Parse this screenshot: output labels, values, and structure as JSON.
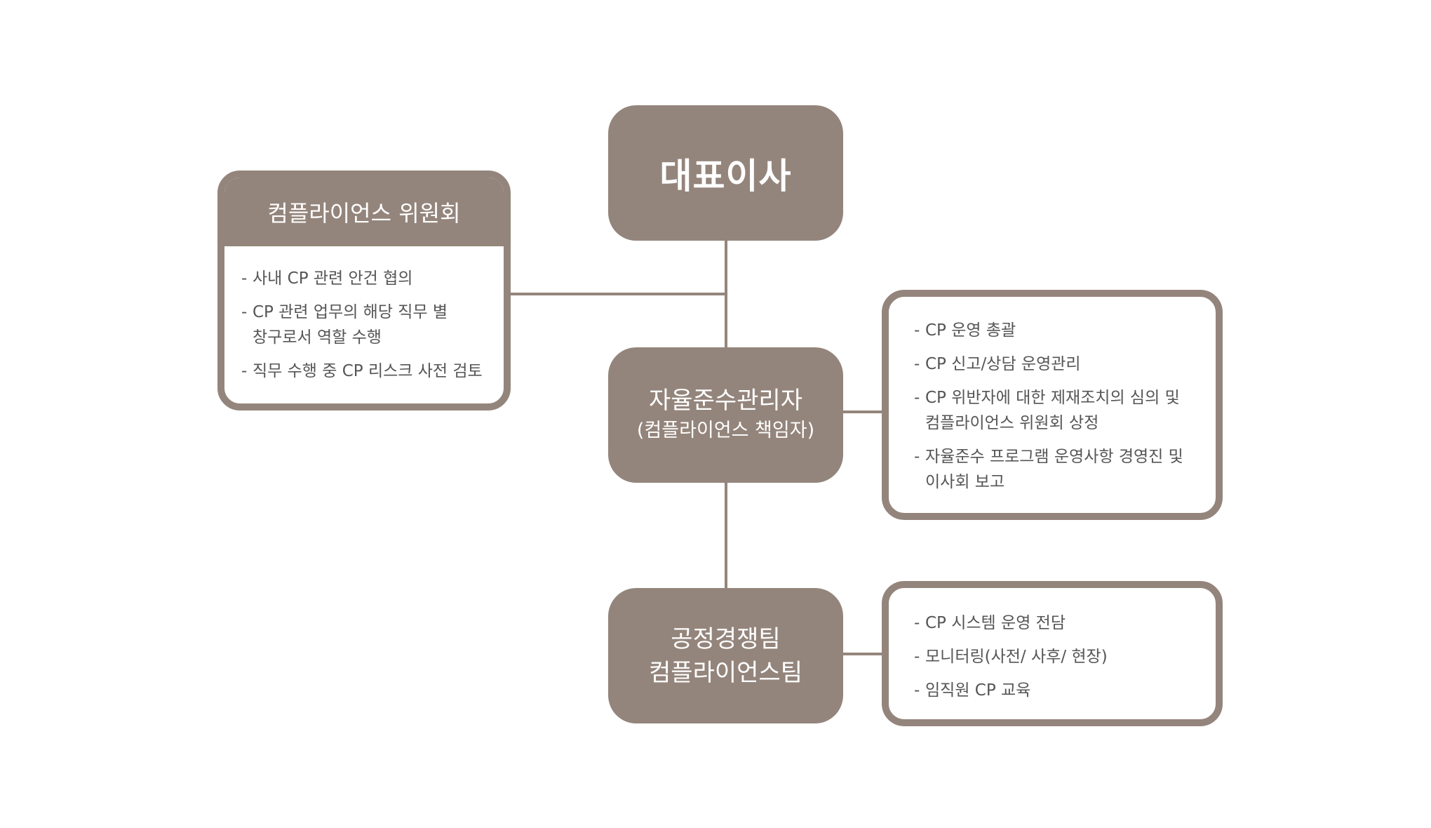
{
  "colors": {
    "node_fill": "#94857c",
    "connector": "#94857c",
    "panel_border": "#94857c",
    "node_text": "#ffffff",
    "duty_text": "#555555",
    "background": "#ffffff"
  },
  "ceo": {
    "label": "대표이사"
  },
  "committee": {
    "title": "컴플라이언스 위원회",
    "items": [
      [
        "사내 CP 관련 안건 협의"
      ],
      [
        "CP 관련 업무의 해당 직무 별",
        "창구로서 역할 수행"
      ],
      [
        "직무 수행 중 CP 리스크 사전 검토"
      ]
    ]
  },
  "officer": {
    "label": "자율준수관리자",
    "sublabel": "(컴플라이언스 책임자)",
    "items": [
      [
        "CP 운영 총괄"
      ],
      [
        "CP 신고/상담 운영관리"
      ],
      [
        "CP 위반자에 대한 제재조치의 심의 및",
        "컴플라이언스 위원회 상정"
      ],
      [
        "자율준수 프로그램 운영사항 경영진 및",
        "이사회 보고"
      ]
    ]
  },
  "team": {
    "label_line1": "공정경쟁팀",
    "label_line2": "컴플라이언스팀",
    "items": [
      [
        "CP 시스템 운영 전담"
      ],
      [
        "모니터링(사전/ 사후/ 현장)"
      ],
      [
        "임직원 CP 교육"
      ]
    ]
  }
}
